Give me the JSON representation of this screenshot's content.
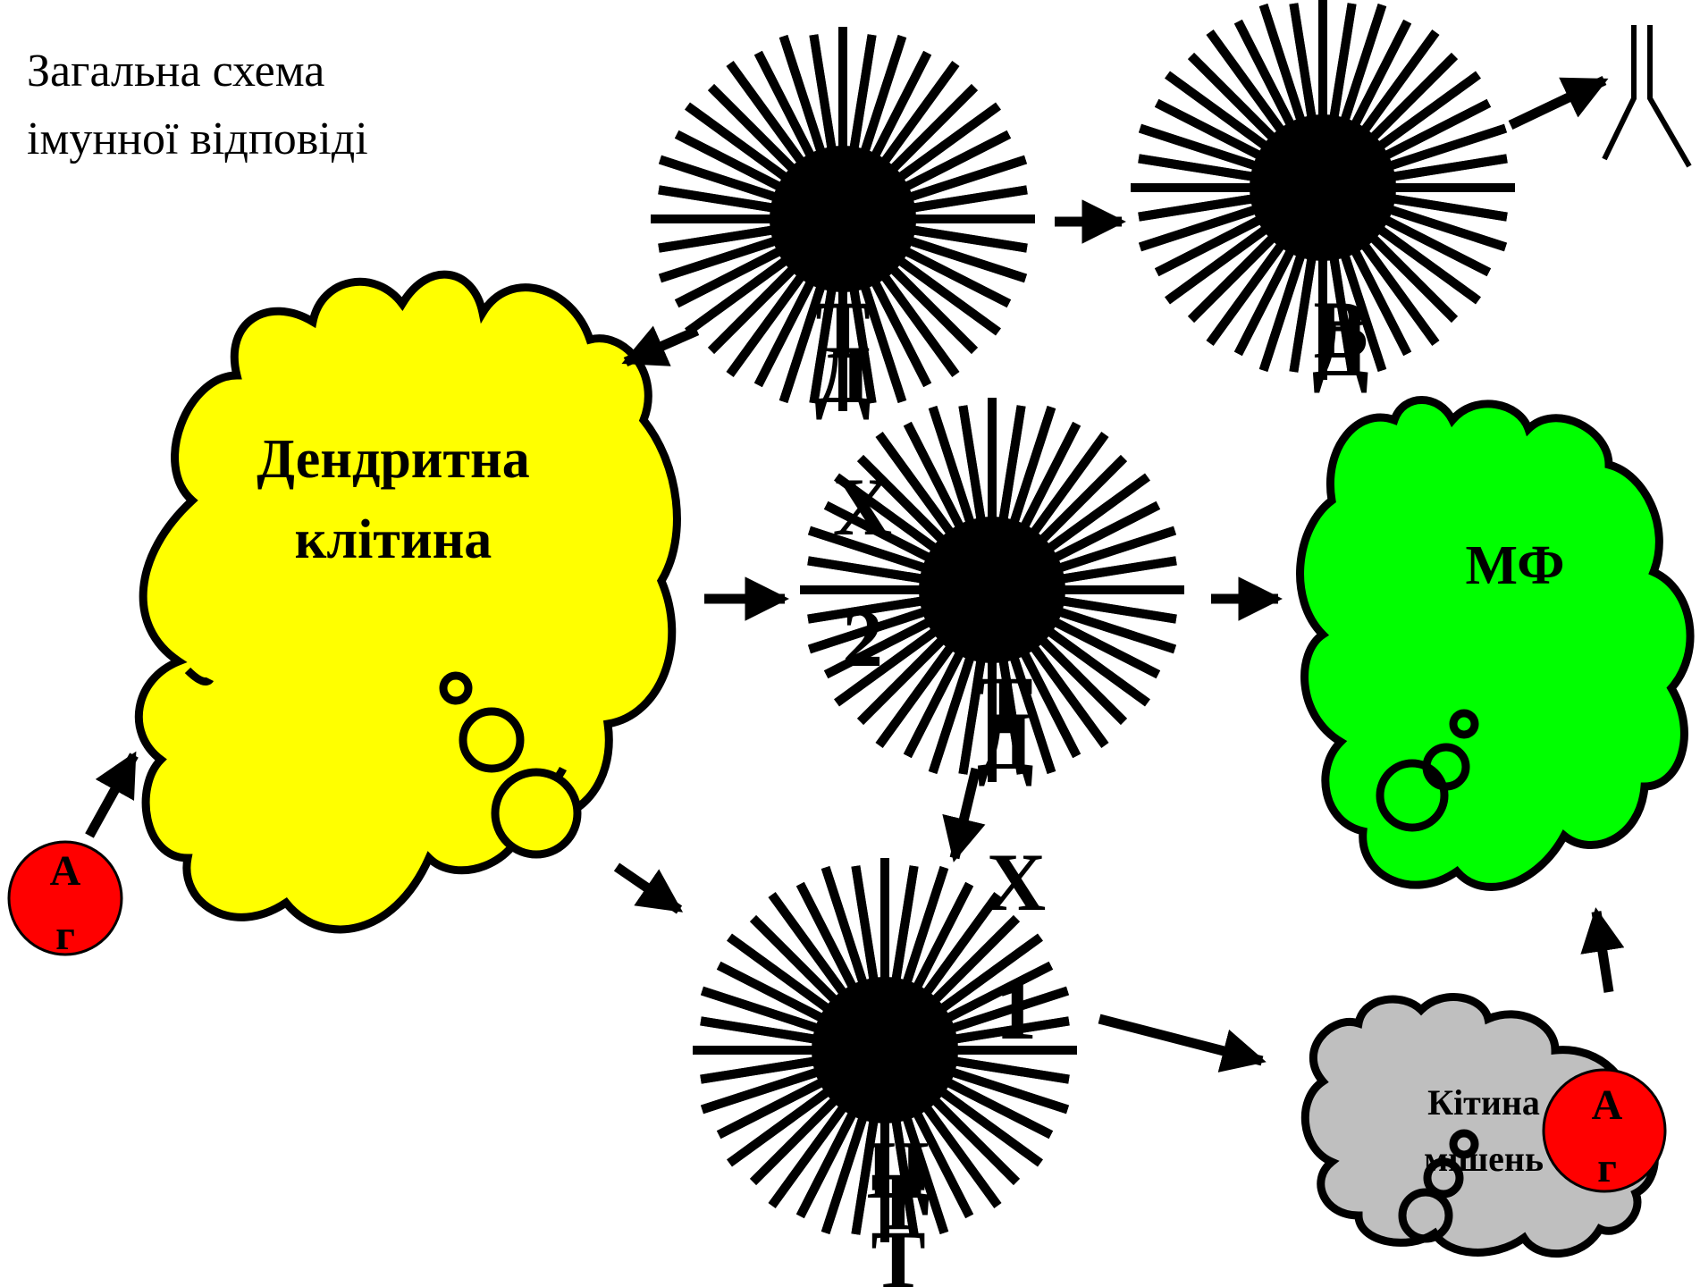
{
  "title": {
    "line1": "Загальна схема",
    "line2": "імунної відповіді"
  },
  "dendritic_cell": {
    "line1": "Дендритна",
    "line2": "клітина",
    "fill": "#ffff00"
  },
  "macrophage": {
    "label": "МФ",
    "fill": "#00ff00"
  },
  "target_cell": {
    "line1": "Кітина",
    "line2": "мішень",
    "fill": "#bfbfbf"
  },
  "antigen_left": {
    "line1": "А",
    "line2": "г",
    "fill": "#ff0000"
  },
  "antigen_right": {
    "line1": "А",
    "line2": "г",
    "fill": "#ff0000"
  },
  "cells": {
    "th": {
      "line1": "Т",
      "line2": "Д"
    },
    "b": {
      "line1": "В",
      "line2": "Д"
    },
    "th2": {
      "line1": "Х",
      "line2": "2",
      "line3": "Т",
      "line4": "Д"
    },
    "th1": {
      "line1": "Х",
      "line2": "1"
    },
    "ctl": {
      "line1": "Ц",
      "line2": "Т",
      "line3": "Т"
    }
  },
  "icons": {
    "antibody": "antibody-icon",
    "arrow": "arrow-icon",
    "starburst": "starburst-cell-icon"
  }
}
